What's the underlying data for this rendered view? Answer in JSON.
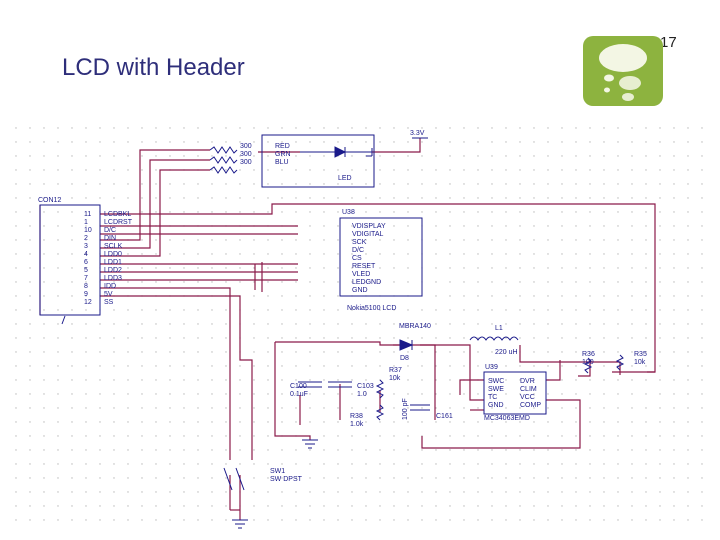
{
  "slide": {
    "number": "17",
    "title": "LCD with Header"
  },
  "schematic": {
    "connector": {
      "name": "CON12",
      "pins": [
        "11",
        "1",
        "10",
        "2",
        "3",
        "4",
        "6",
        "5",
        "7",
        "8",
        "9",
        "12"
      ],
      "nets": [
        "LCDBKL",
        "LCDRST",
        "D/C",
        "DIN",
        "SCLK",
        "LDD0",
        "LDD1",
        "LDD2",
        "LDD3",
        "IDD",
        "5V",
        "SS"
      ]
    },
    "led_section": {
      "resistors": [
        "300",
        "300",
        "300"
      ],
      "nets": [
        "RED",
        "GRN",
        "BLU"
      ],
      "supply": "3.3V",
      "part": "LED"
    },
    "lcd": {
      "ref": "U38",
      "pins": [
        "VDISPLAY",
        "VDIGITAL",
        "SCK",
        "D/C",
        "CS",
        "RESET",
        "VLED",
        "LEDGND",
        "GND"
      ],
      "part": "Nokia5100 LCD"
    },
    "power": {
      "diode": "MBRA140",
      "diode_ref": "D8",
      "inductor": "L1",
      "inductor_value": "220 uH",
      "ic_ref": "U39",
      "ic_part": "MC34063EMD",
      "ic_pins_left": [
        "SWC",
        "SWE",
        "TC",
        "GND"
      ],
      "ic_pins_right": [
        "DVR",
        "CLIM",
        "VCC",
        "COMP"
      ],
      "r36": "R36",
      "r36_val": "100",
      "r35": "R35",
      "r35_val": "10k",
      "r37": "R37",
      "r37_val": "10k",
      "r38": "R38",
      "r38_val": "1.0k",
      "c100": "C100",
      "c100_val": "0.1uF",
      "c103": "C103",
      "c103_val": "1.0",
      "c_mid_val": "100 pF",
      "c_right": "C161"
    },
    "switch": {
      "ref": "SW1",
      "part": "SW DPST"
    }
  },
  "colors": {
    "title": "#2e2e7a",
    "wire": "#8b1a4a",
    "part": "#1a1a8a",
    "logo": "#8db33f"
  }
}
